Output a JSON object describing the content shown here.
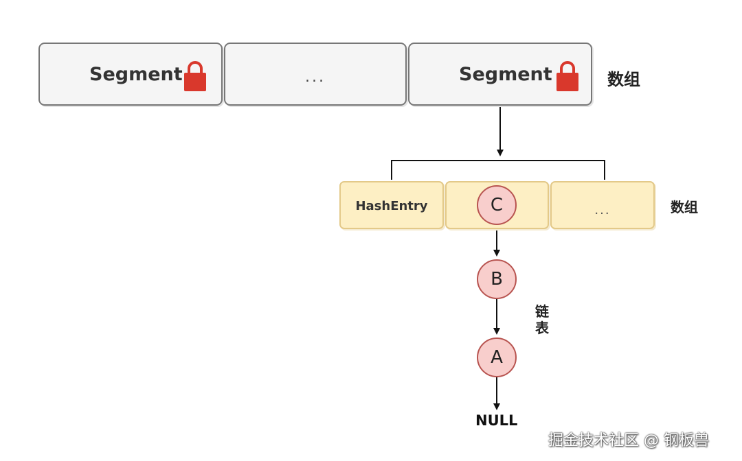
{
  "segments": [
    {
      "label": "Segment",
      "icon": "lock-icon"
    },
    {
      "label": "..."
    },
    {
      "label": "Segment",
      "icon": "lock-icon"
    }
  ],
  "segment_array_label": "数组",
  "entries": [
    {
      "label": "HashEntry"
    },
    {
      "label": ""
    },
    {
      "label": "..."
    }
  ],
  "entry_array_label": "数组",
  "nodes": [
    "C",
    "B",
    "A"
  ],
  "linked_list_label": "链表",
  "terminal": "NULL",
  "watermark": "掘金技术社区 @ 钢板兽",
  "colors": {
    "segment_fill": "#f5f5f5",
    "segment_border": "#777777",
    "lock": "#d9382c",
    "entry_fill": "#fdefc4",
    "entry_border": "#e3c989",
    "node_fill": "#f8cecc",
    "node_border": "#b85450"
  }
}
